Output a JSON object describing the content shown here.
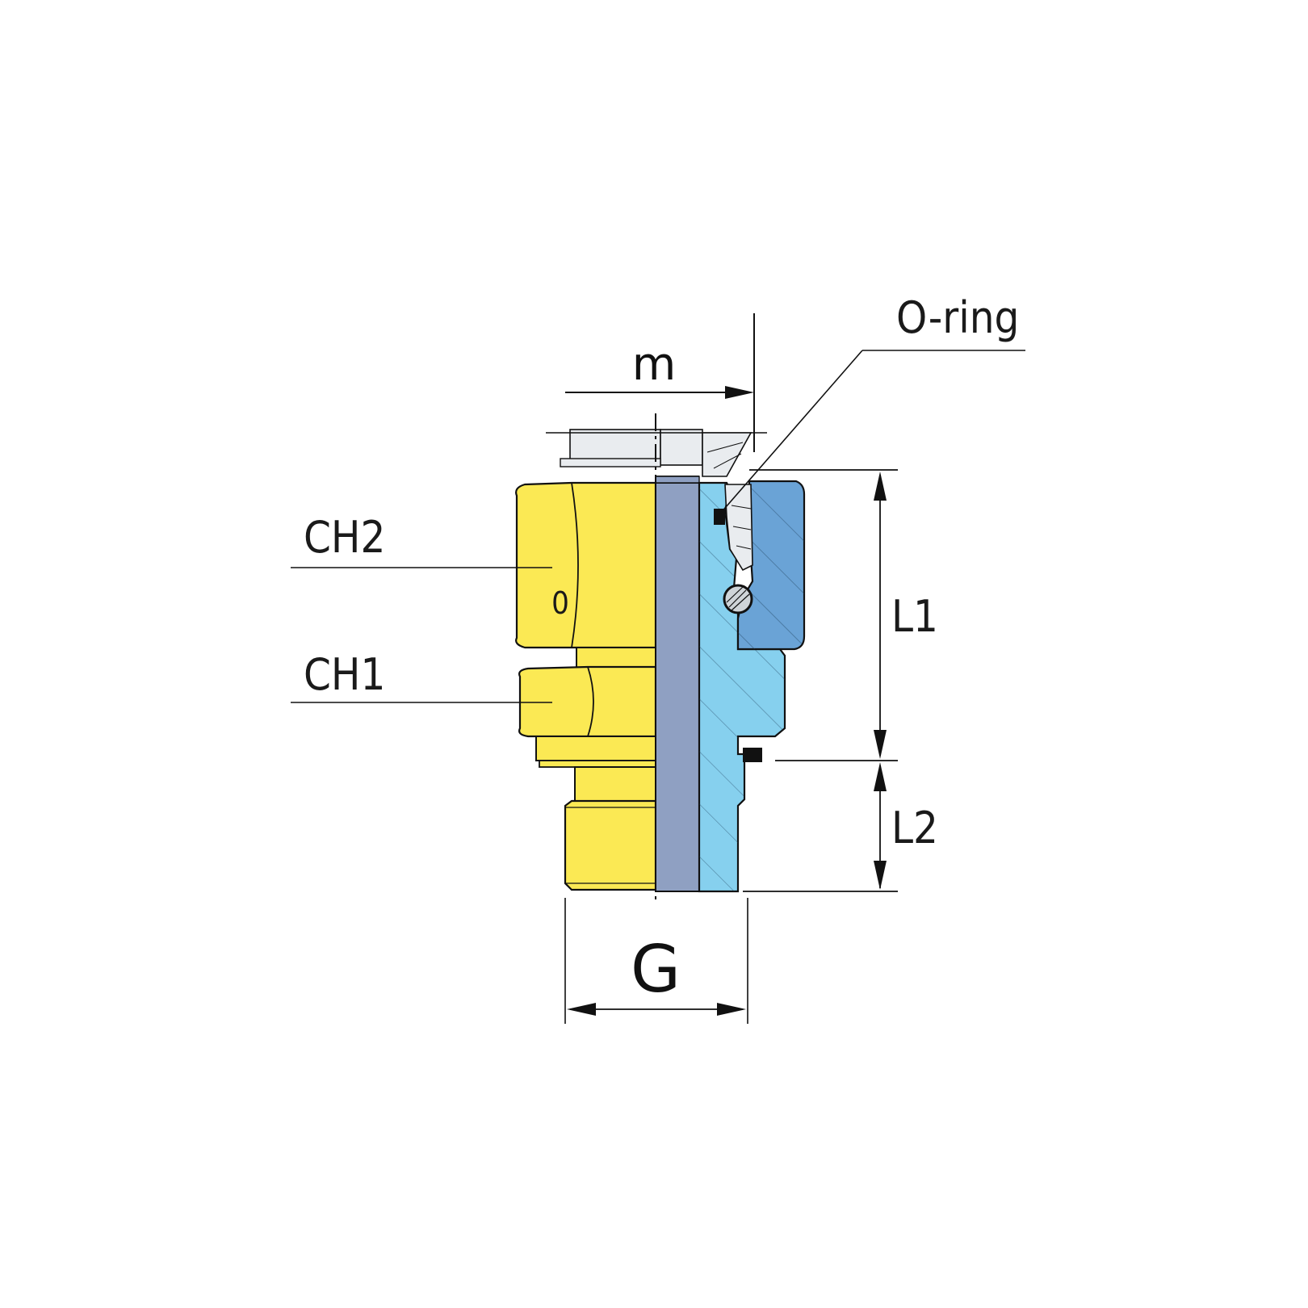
{
  "labels": {
    "o_ring": "O-ring",
    "m": "m",
    "ch2": "CH2",
    "ch1": "CH1",
    "l1": "L1",
    "l2": "L2",
    "g": "G",
    "ch2_mark": "0"
  },
  "colors": {
    "nut_yellow": "#fbe954",
    "body_blue": "#86d0ee",
    "nut_section_blue": "#6aa3d6",
    "tube_gray": "#8fa0c2",
    "tube_stub_gray": "#e9ecef",
    "line": "#111111"
  }
}
